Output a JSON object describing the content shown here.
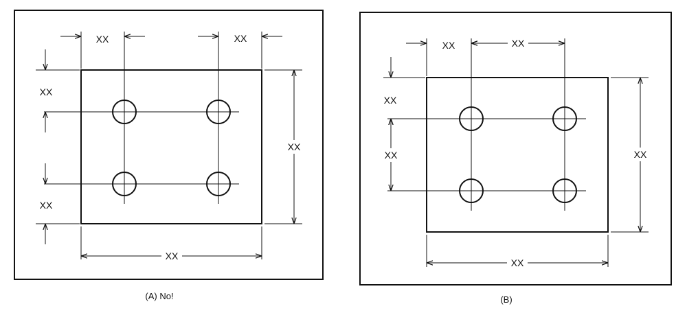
{
  "colors": {
    "line": "#111111",
    "background": "#ffffff"
  },
  "panels": [
    {
      "caption": "(A)  No!",
      "dims": {
        "left_offset": "XX",
        "right_offset": "XX",
        "top_offset": "XX",
        "bottom_offset": "XX",
        "overall_width": "XX",
        "overall_height": "XX"
      }
    },
    {
      "caption": "(B)",
      "dims": {
        "left_offset": "XX",
        "hole_spacing_x": "XX",
        "top_offset": "XX",
        "hole_spacing_y": "XX",
        "overall_width": "XX",
        "overall_height": "XX"
      }
    }
  ]
}
